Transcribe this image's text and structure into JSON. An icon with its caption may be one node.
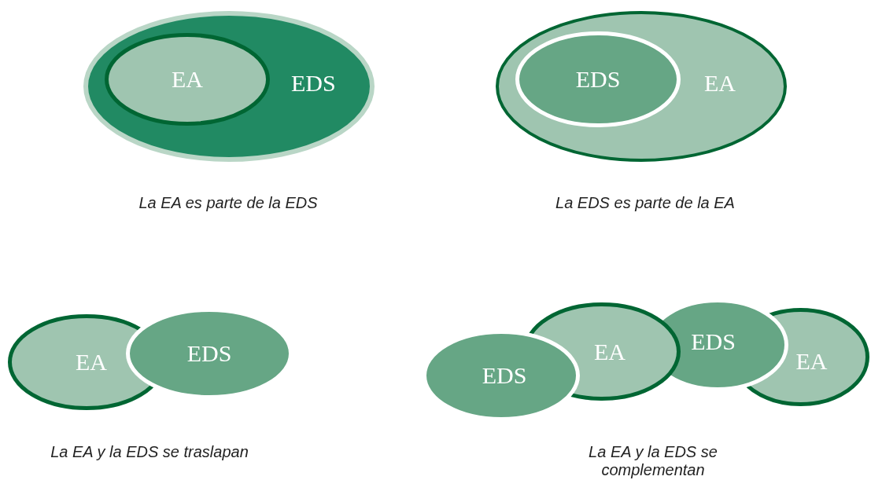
{
  "diagram": {
    "nodes": [
      {
        "text": [
          "EDS"
        ]
      },
      {
        "text": [
          "EA"
        ],
        "in": 0
      },
      {
        "text": [
          "EA"
        ]
      },
      {
        "text": [
          "EDS"
        ],
        "in": 2
      },
      {
        "text": [
          "EA"
        ]
      },
      {
        "text": [
          "EDS"
        ]
      },
      {
        "text": [
          "EDS"
        ]
      },
      {
        "text": [
          "EA"
        ]
      },
      {
        "text": [
          "EDS"
        ]
      },
      {
        "text": [
          "EA"
        ]
      }
    ],
    "edges": [],
    "labels": [
      "La EA es parte de la EDS",
      "La EDS es parte de la EA",
      "La EA y la EDS se traslapan",
      "La EA y la EDS se complementan"
    ]
  }
}
